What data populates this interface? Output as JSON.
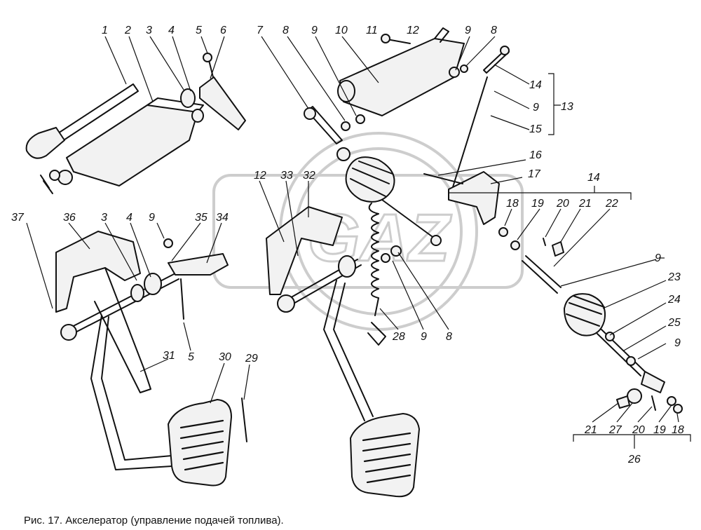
{
  "caption": "Рис. 17. Акселератор (управление подачей топлива).",
  "watermark_text": "GAZ",
  "callout_labels": {
    "1": "1",
    "2": "2",
    "3": "3",
    "4": "4",
    "5": "5",
    "6": "6",
    "7": "7",
    "8": "8",
    "9": "9",
    "10": "10",
    "11": "11",
    "12": "12",
    "13": "13",
    "14": "14",
    "15": "15",
    "16": "16",
    "17": "17",
    "18": "18",
    "19": "19",
    "20": "20",
    "21": "21",
    "22": "22",
    "23": "23",
    "24": "24",
    "25": "25",
    "26": "26",
    "27": "27",
    "28": "28",
    "29": "29",
    "30": "30",
    "31": "31",
    "32": "32",
    "33": "33",
    "34": "34",
    "35": "35",
    "36": "36",
    "37": "37"
  }
}
